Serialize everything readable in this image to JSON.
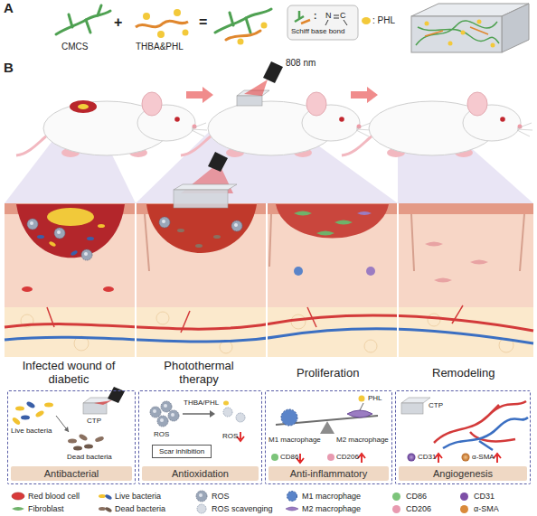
{
  "diagram": {
    "nodes": [
      {
        "text": [
          "Antibacterial"
        ]
      },
      {
        "text": [
          "Antioxidation"
        ]
      },
      {
        "text": [
          "Scar inhibition"
        ],
        "in": 1
      },
      {
        "text": [
          "Anti-inflammatory"
        ]
      },
      {
        "text": [
          "Angiogenesis"
        ]
      }
    ],
    "labels": [
      "A",
      "CMCS",
      "+",
      "THBA&PHL",
      "=",
      ":",
      "N",
      "C",
      "Schiff base bond",
      ": PHL",
      "B",
      "808 nm",
      "Infected wound of diabetic",
      "Photothermal therapy",
      "Proliferation",
      "Remodeling",
      "Live bacteria",
      "CTP",
      "Dead bacteria",
      "THBA/PHL",
      "ROS",
      "ROS",
      "PHL",
      "M1 macrophage",
      "M2 macrophage",
      "CD86",
      "CD206",
      "CTP",
      "CD31",
      "α-SMA"
    ],
    "legend": [
      {
        "text": "Red blood cell"
      },
      {
        "text": "Live bacteria"
      },
      {
        "text": "ROS"
      },
      {
        "text": "M1 macrophage"
      },
      {
        "text": "CD86",
        "color": "#7cc47a"
      },
      {
        "text": "CD31",
        "color": "#7d4fa6"
      },
      {
        "text": "Fibroblast"
      },
      {
        "text": "Dead bacteria"
      },
      {
        "text": "ROS scavenging"
      },
      {
        "text": "M2 macrophage"
      },
      {
        "text": "CD206",
        "color": "#e89ab0"
      },
      {
        "text": "α-SMA",
        "color": "#d98a3a"
      }
    ]
  }
}
